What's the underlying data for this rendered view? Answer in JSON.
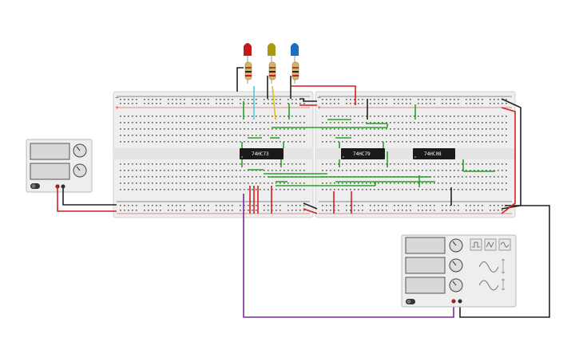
{
  "chips": [
    {
      "label": "74HC73"
    },
    {
      "label": "74HC79"
    },
    {
      "label": "74HC08"
    }
  ],
  "leds": [
    {
      "color": "#c41a1a"
    },
    {
      "color": "#a89a10"
    },
    {
      "color": "#1a6fbf"
    }
  ],
  "rail_marks": {
    "minus": "−",
    "plus": "+"
  },
  "power_supply": {
    "knob_labels": [
      "",
      ""
    ]
  },
  "function_generator": {
    "wave_buttons": [
      "square",
      "triangle",
      "sine"
    ]
  },
  "colors": {
    "breadboard": "#eeeeee",
    "rail_red": "#d42424",
    "rail_black": "#222222",
    "wire_green": "#2aa02a",
    "wire_red": "#d81d1d",
    "wire_purple": "#7a2a9a",
    "wire_cyan": "#55c8e0",
    "wire_yellow": "#e0c020"
  }
}
